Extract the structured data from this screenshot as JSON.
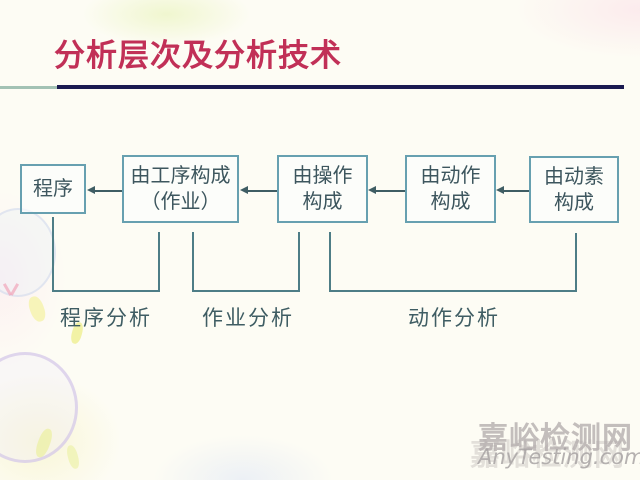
{
  "slide": {
    "title": "分析层次及分析技术"
  },
  "diagram": {
    "boxes": [
      {
        "id": "program",
        "label": "程序"
      },
      {
        "id": "process",
        "label": "由工序构成\n（作业）"
      },
      {
        "id": "operation",
        "label": "由操作\n构成"
      },
      {
        "id": "motion",
        "label": "由动作\n构成"
      },
      {
        "id": "therblig",
        "label": "由动素\n构成"
      }
    ],
    "arrows": [
      {
        "from": "process",
        "to": "program",
        "direction": "left"
      },
      {
        "from": "operation",
        "to": "process",
        "direction": "left"
      },
      {
        "from": "motion",
        "to": "operation",
        "direction": "left"
      },
      {
        "from": "therblig",
        "to": "motion",
        "direction": "left"
      }
    ],
    "analysis_labels": [
      {
        "id": "procedure-analysis",
        "label": "程序分析",
        "spans": [
          "program",
          "process"
        ]
      },
      {
        "id": "operation-analysis",
        "label": "作业分析",
        "spans": [
          "process",
          "operation"
        ]
      },
      {
        "id": "motion-analysis",
        "label": "动作分析",
        "spans": [
          "operation",
          "therblig"
        ]
      }
    ]
  },
  "watermark": {
    "name": "嘉峪检测网",
    "site": "AnyTesting.com"
  },
  "colors": {
    "title": "#c13057",
    "title_rule_navy": "#1a1a50",
    "title_rule_light": "#a3c2b4",
    "box_border": "#67a0b0",
    "box_text": "#3d565e",
    "connector": "#4e7d86",
    "arrow": "#3f5d63",
    "background": "#fdfcf4",
    "watermark_gray": "#b2acac"
  }
}
